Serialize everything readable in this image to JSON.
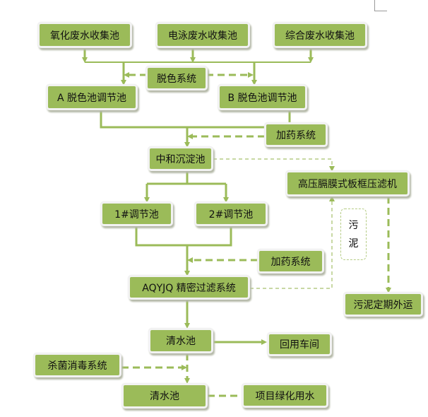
{
  "nodes": {
    "oxidation": "氧化废水收集池",
    "electrophoresis": "电泳废水收集池",
    "combined": "综合废水收集池",
    "decolor_system": "脱色系统",
    "a_tank": "A 脱色池调节池",
    "b_tank": "B 脱色池调节池",
    "dosing1": "加药系统",
    "neutral": "中和沉淀池",
    "filter_press": "高压膈膜式板框压滤机",
    "tank1": "1#调节池",
    "tank2": "2#调节池",
    "sludge_label_1": "污",
    "sludge_label_2": "泥",
    "dosing2": "加药系统",
    "precision": "AQYJQ 精密过滤系统",
    "sludge_out": "污泥定期外运",
    "clear1": "清水池",
    "reuse": "回用车间",
    "sterilize": "杀菌消毒系统",
    "clear2": "清水池",
    "greening": "项目绿化用水"
  },
  "colors": {
    "box": "#9bbb59",
    "line": "#9bbb59"
  }
}
